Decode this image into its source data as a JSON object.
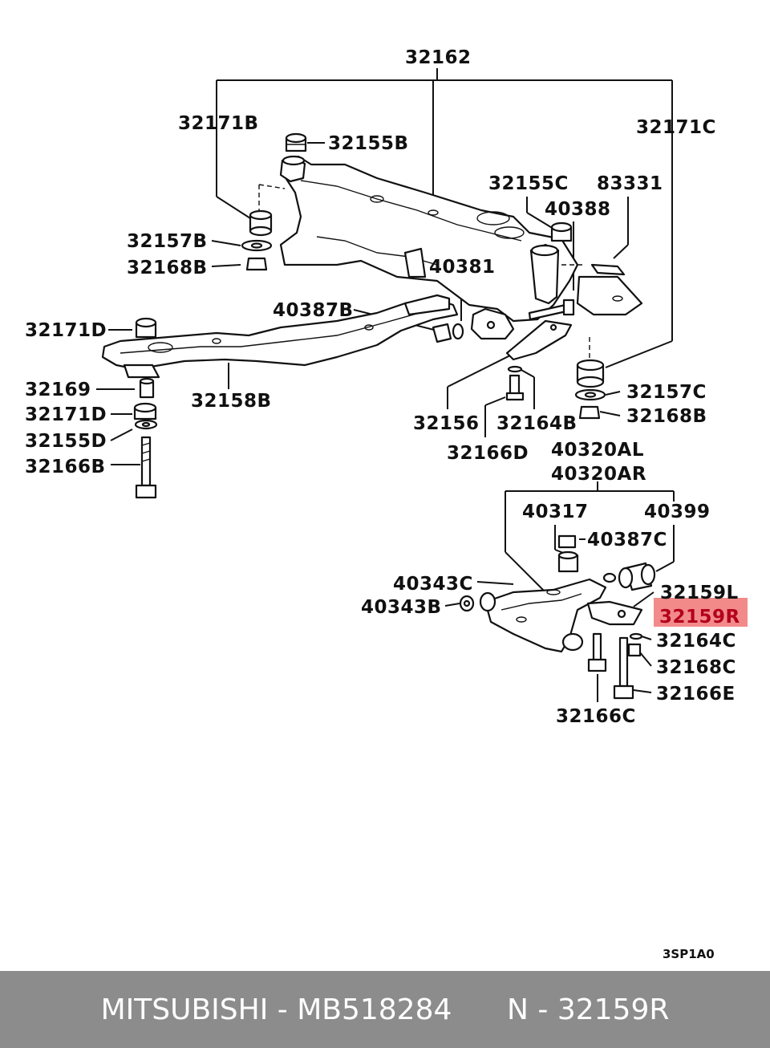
{
  "diagram": {
    "labels": {
      "l32162": "32162",
      "l32171B": "32171B",
      "l32155B": "32155B",
      "l32171C": "32171C",
      "l32155C": "32155C",
      "l83331": "83331",
      "l40388": "40388",
      "l32157B": "32157B",
      "l32168B_a": "32168B",
      "l40381": "40381",
      "l40387B": "40387B",
      "l32171D_a": "32171D",
      "l32169": "32169",
      "l32158B": "32158B",
      "l32171D_b": "32171D",
      "l32155D": "32155D",
      "l32166B": "32166B",
      "l32157C": "32157C",
      "l32168B_b": "32168B",
      "l32156": "32156",
      "l32164B": "32164B",
      "l32166D": "32166D",
      "l40320AL": "40320AL",
      "l40320AR": "40320AR",
      "l40317": "40317",
      "l40399": "40399",
      "l40387C": "40387C",
      "l40343C": "40343C",
      "l40343B": "40343B",
      "l32159L": "32159L",
      "l32159R": "32159R",
      "l32164C": "32164C",
      "l32168C": "32168C",
      "l32166E": "32166E",
      "l32166C": "32166C",
      "code": "3SP1A0"
    },
    "highlight_color": "#f28a8a"
  },
  "footer": {
    "text": "MITSUBISHI - MB518284      N - 32159R",
    "background": "#8c8c8c"
  }
}
